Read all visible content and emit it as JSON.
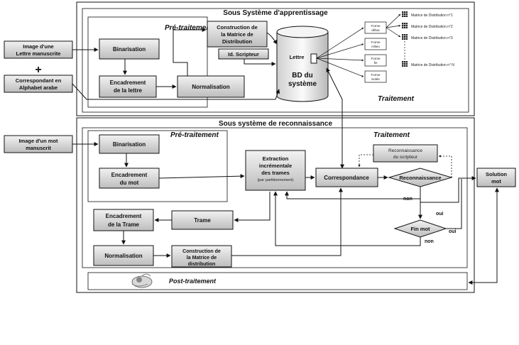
{
  "apprentissage": {
    "title": "Sous Système d'apprentissage",
    "pretraitement": "Pré-traitement",
    "traitement": "Traitement",
    "input_image": [
      "Image d'une",
      "Lettre manuscrite"
    ],
    "plus": "+",
    "input_correspondant": [
      "Correspondant en",
      "Alphabet arabe"
    ],
    "binarisation": "Binarisation",
    "encadrement": [
      "Encadrement",
      "de la lettre"
    ],
    "normalisation": "Normalisation",
    "construction": [
      "Construction de",
      "la Matrice de",
      "Distribution"
    ],
    "scripteur": "Id. Scripteur",
    "db_lettre": "Lettre",
    "db_label": [
      "BD du",
      "système"
    ],
    "forms": [
      [
        "Forme",
        "début"
      ],
      [
        "Forme",
        "milieu"
      ],
      [
        "Forme",
        "fin"
      ],
      [
        "Forme",
        "isolée"
      ]
    ],
    "matrices": [
      "Matrice de Distribution n°1",
      "Matrice de Distribution n°2",
      "Matrice de Distribution n°3",
      "Matrice de Distribution n° N"
    ]
  },
  "reconnaissance": {
    "title": "Sous système de reconnaissance",
    "pretraitement": "Pré-traitement",
    "traitement": "Traitement",
    "input_image": [
      "Image d'un mot",
      "manuscrit"
    ],
    "binarisation": "Binarisation",
    "encadrement_mot": [
      "Encadrement",
      "du mot"
    ],
    "extraction": [
      "Extraction",
      "incrémentale",
      "des trames",
      "(par partitionnement)"
    ],
    "correspondance": "Correspondance",
    "reco_scripteur": [
      "Reconnaissance",
      "du scripteur"
    ],
    "reconnaissance": "Reconnaissance",
    "non1": "non",
    "oui1": "oui",
    "fin_mot": "Fin mot",
    "oui2": "oui",
    "non2": "non",
    "solution": [
      "Solution",
      "mot"
    ],
    "encadrement_trame": [
      "Encadrement",
      "de la Trame"
    ],
    "trame": "Trame",
    "normalisation": "Normalisation",
    "construction": [
      "Construction de",
      "la Matrice de",
      "distribution"
    ],
    "post": "Post-traitement"
  }
}
